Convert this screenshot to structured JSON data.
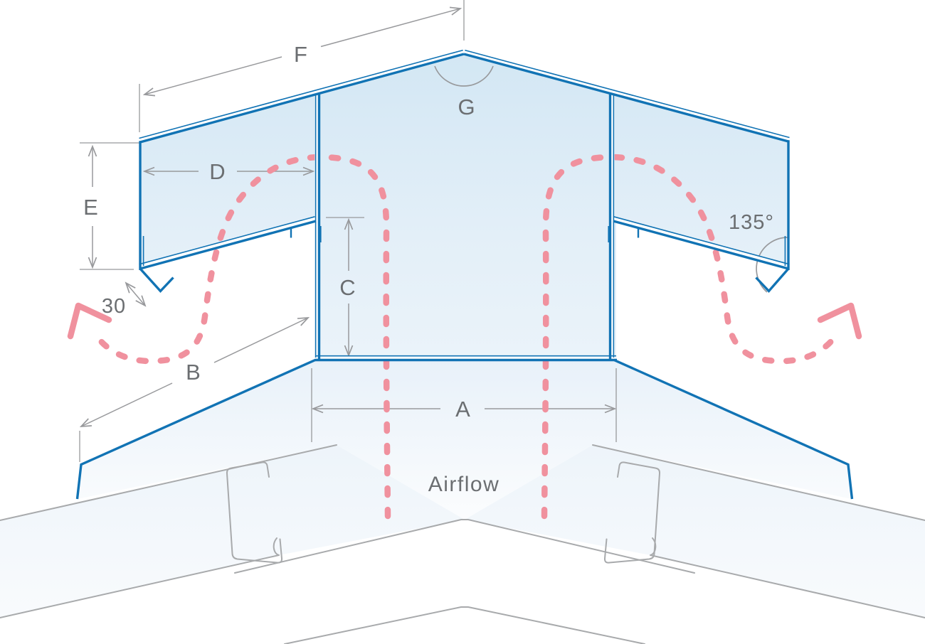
{
  "labels": {
    "a": "A",
    "b": "B",
    "c": "C",
    "d": "D",
    "e": "E",
    "f": "F",
    "g": "G",
    "kick_offset": "30",
    "corner_angle": "135°",
    "airflow": "Airflow"
  },
  "colors": {
    "structure_blue": "#1173b4",
    "fill_blue_top": "#d3e7f4",
    "fill_blue_bottom": "#ecf4fa",
    "roof_gray": "#a8aaac",
    "dimension_gray": "#98999c",
    "label_gray": "#6b6e71",
    "airflow_pink": "#f0919e"
  }
}
